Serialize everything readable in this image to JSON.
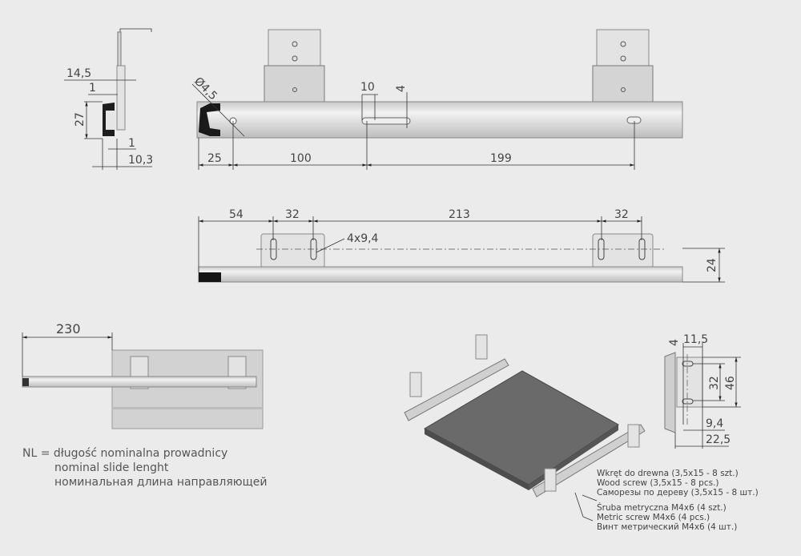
{
  "profile_view": {
    "d_14_5": "14,5",
    "d_1_top": "1",
    "d_27": "27",
    "d_1_bottom": "1",
    "d_10_3": "10,3"
  },
  "side_view": {
    "d_hole": "Ø4,5",
    "d_10": "10",
    "d_4": "4",
    "d_25": "25",
    "d_100": "100",
    "d_199": "199"
  },
  "top_view": {
    "d_54": "54",
    "d_32a": "32",
    "d_213": "213",
    "d_32b": "32",
    "d_slots": "4x9,4",
    "d_24": "24"
  },
  "extension_view": {
    "d_230": "230"
  },
  "legend": {
    "nl_pl": "NL = długość nominalna prowadnicy",
    "nl_en": "nominal slide lenght",
    "nl_ru": "номинальная длина направляющей"
  },
  "bracket_detail": {
    "d_4": "4",
    "d_11_5": "11,5",
    "d_32": "32",
    "d_46": "46",
    "d_9_4": "9,4",
    "d_22_5": "22,5"
  },
  "hardware": {
    "wood_pl": "Wkręt do drewna (3,5x15 - 8 szt.)",
    "wood_en": "Wood screw (3,5x15 - 8 pcs.)",
    "wood_ru": "Саморезы по дереву (3,5x15 - 8 шт.)",
    "metric_pl": "Śruba metryczna M4x6 (4 szt.)",
    "metric_en": "Metric screw M4x6 (4 pcs.)",
    "metric_ru": "Винт метрический M4x6 (4 шт.)"
  },
  "colors": {
    "background": "#ebebeb",
    "board": "#6a6a6a",
    "metal": "#d4d4d4",
    "dark": "#1a1a1a"
  }
}
